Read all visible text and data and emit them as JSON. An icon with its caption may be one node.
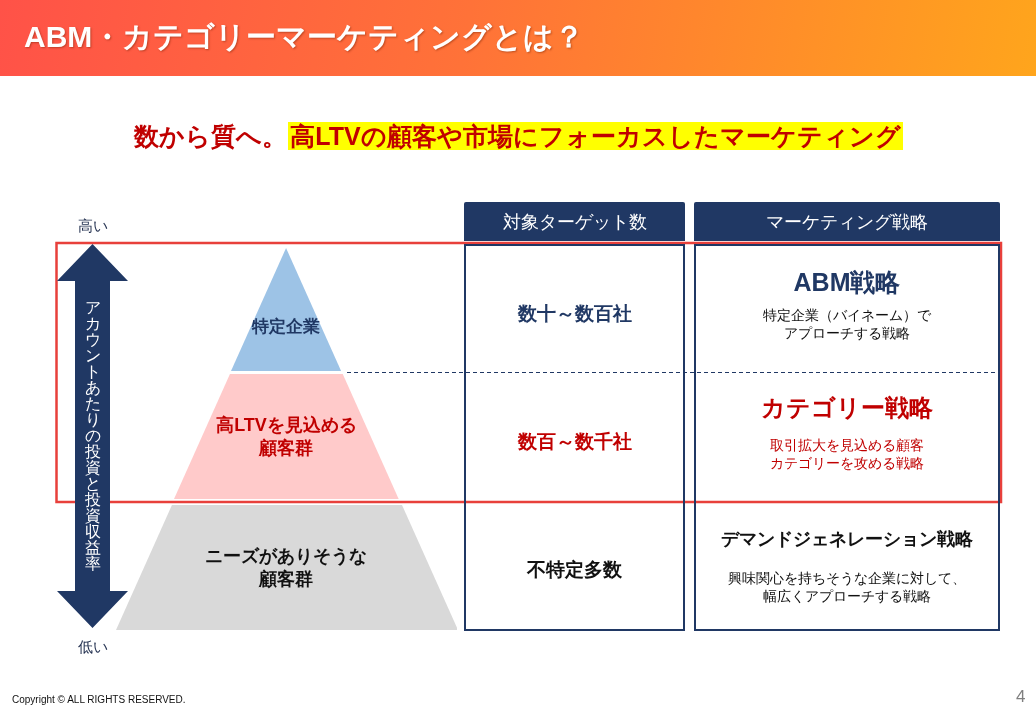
{
  "diagram": {
    "title": "ABM・カテゴリーマーケティングとは？",
    "nodes": [
      {
        "text": [
          "アカウントあたりの投資と投資収益率"
        ],
        "beside": [
          "高い",
          "低い"
        ]
      },
      {
        "text": [
          "特定企業"
        ]
      },
      {
        "text": [
          "高LTVを見込める顧客群"
        ]
      },
      {
        "text": [
          "ニーズがありそうな顧客群"
        ]
      },
      {
        "text": [
          "対象ターゲット数"
        ]
      },
      {
        "text": [
          "マーケティング戦略"
        ]
      },
      {
        "text": [
          "数十～数百社",
          "数百～数千社",
          "不特定多数"
        ]
      },
      {
        "text": [
          "ABM戦略",
          "特定企業（バイネーム）でアプローチする戦略",
          "カテゴリー戦略",
          "取引拡大を見込める顧客カテゴリーを攻める戦略",
          "デマンドジェネレーション戦略",
          "興味関心を持ちそうな企業に対して、幅広くアプローチする戦略"
        ]
      }
    ],
    "labels": [
      "数から質へ。",
      "高LTVの顧客や市場にフォーカスしたマーケティング",
      "Copyright © ALL RIGHTS RESERVED.",
      "4"
    ]
  }
}
